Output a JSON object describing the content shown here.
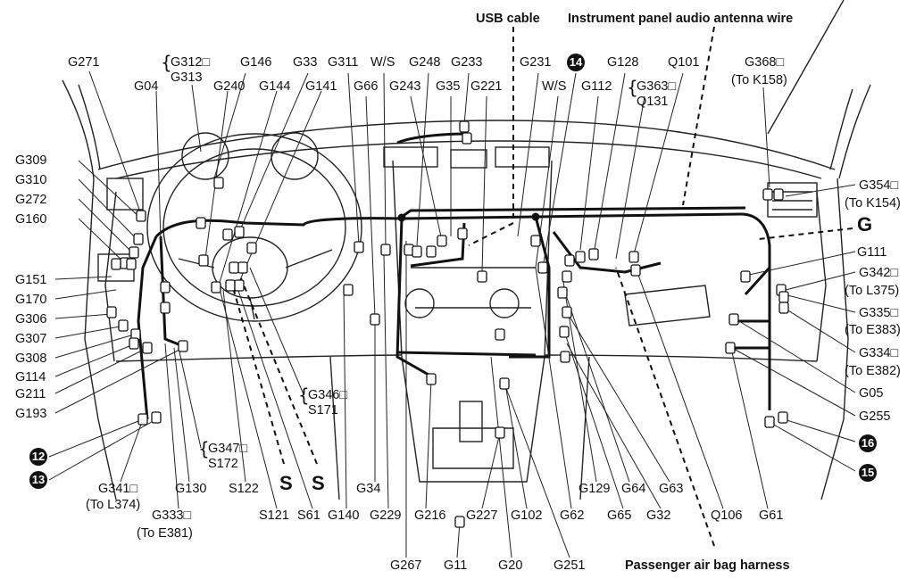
{
  "callouts": {
    "usb_cable": "USB cable",
    "antenna_wire": "Instrument panel audio antenna wire",
    "airbag_harness": "Passenger air bag harness"
  },
  "labels": {
    "G271": "G271",
    "G312": "G312□",
    "G313": "G313",
    "G146": "G146",
    "G33": "G33",
    "G311": "G311",
    "WS_top": "W/S",
    "G248": "G248",
    "G233": "G233",
    "G231": "G231",
    "badge14": "14",
    "G128": "G128",
    "Q101": "Q101",
    "G368": "G368□",
    "to_K158": "(To K158)",
    "G04": "G04",
    "G240": "G240",
    "G144": "G144",
    "G141": "G141",
    "G66": "G66",
    "G243": "G243",
    "G35": "G35",
    "G221": "G221",
    "WS_mid": "W/S",
    "G112": "G112",
    "G363": "G363□",
    "Q131": "Q131",
    "G309": "G309",
    "G310": "G310",
    "G272": "G272",
    "G160": "G160",
    "G151": "G151",
    "G170": "G170",
    "G306": "G306",
    "G307": "G307",
    "G308": "G308",
    "G114": "G114",
    "G211": "G211",
    "G193": "G193",
    "G354": "G354□",
    "to_K154": "(To K154)",
    "G_big": "G",
    "G111": "G111",
    "G342": "G342□",
    "to_L375": "(To L375)",
    "G335": "G335□",
    "to_E383": "(To E383)",
    "G334": "G334□",
    "to_E382": "(To E382)",
    "G05": "G05",
    "G255": "G255",
    "badge16": "16",
    "badge15": "15",
    "badge12": "12",
    "badge13": "13",
    "G346": "G346□",
    "S171": "S171",
    "G347": "G347□",
    "S172": "S172",
    "G341": "G341□",
    "to_L374": "(To L374)",
    "G130": "G130",
    "S122": "S122",
    "S_big_1": "S",
    "S_big_2": "S",
    "G333": "G333□",
    "to_E381": "(To E381)",
    "G34": "G34",
    "S121": "S121",
    "S61": "S61",
    "G140": "G140",
    "G229": "G229",
    "G216": "G216",
    "G227": "G227",
    "G102": "G102",
    "G62": "G62",
    "G129": "G129",
    "G64": "G64",
    "G63": "G63",
    "G65": "G65",
    "G32": "G32",
    "Q106": "Q106",
    "G61": "G61",
    "G267": "G267",
    "G11": "G11",
    "G20": "G20",
    "G251": "G251"
  }
}
